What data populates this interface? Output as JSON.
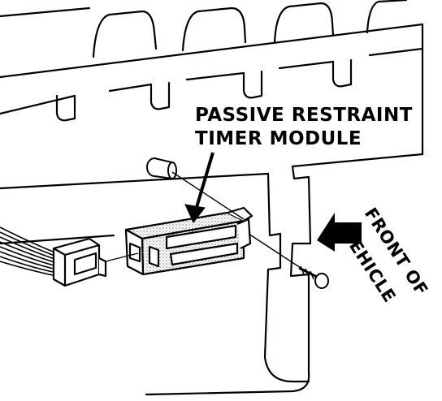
{
  "labels": {
    "callout_line1": "PASSIVE RESTRAINT",
    "callout_line2": "TIMER MODULE",
    "direction_line1": "FRONT OF",
    "direction_line2": "VEHICLE"
  },
  "colors": {
    "ink": "#000000",
    "paper": "#ffffff",
    "stipple": "#9a9a9a"
  }
}
